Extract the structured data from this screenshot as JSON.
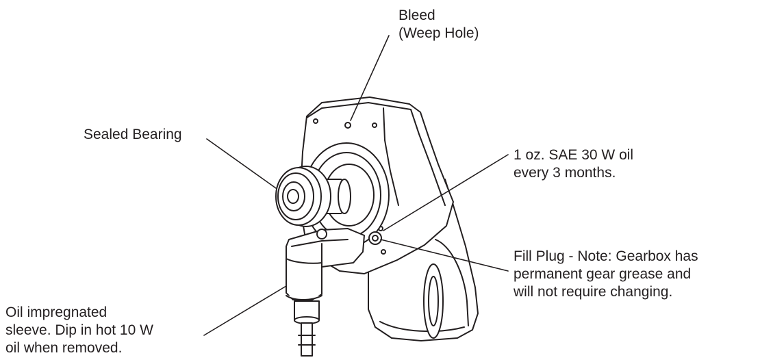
{
  "callouts": {
    "bleed": {
      "lines": [
        "Bleed",
        "(Weep Hole)"
      ]
    },
    "sealed_bearing": {
      "lines": [
        "Sealed Bearing"
      ]
    },
    "oil_interval": {
      "lines": [
        "1 oz. SAE 30 W oil",
        "every 3 months."
      ]
    },
    "fill_plug": {
      "lines": [
        "Fill Plug - Note: Gearbox has",
        "permanent gear grease and",
        "will not require changing."
      ]
    },
    "sleeve": {
      "lines": [
        "Oil impregnated",
        "sleeve. Dip in hot 10 W",
        "oil when removed."
      ]
    }
  }
}
